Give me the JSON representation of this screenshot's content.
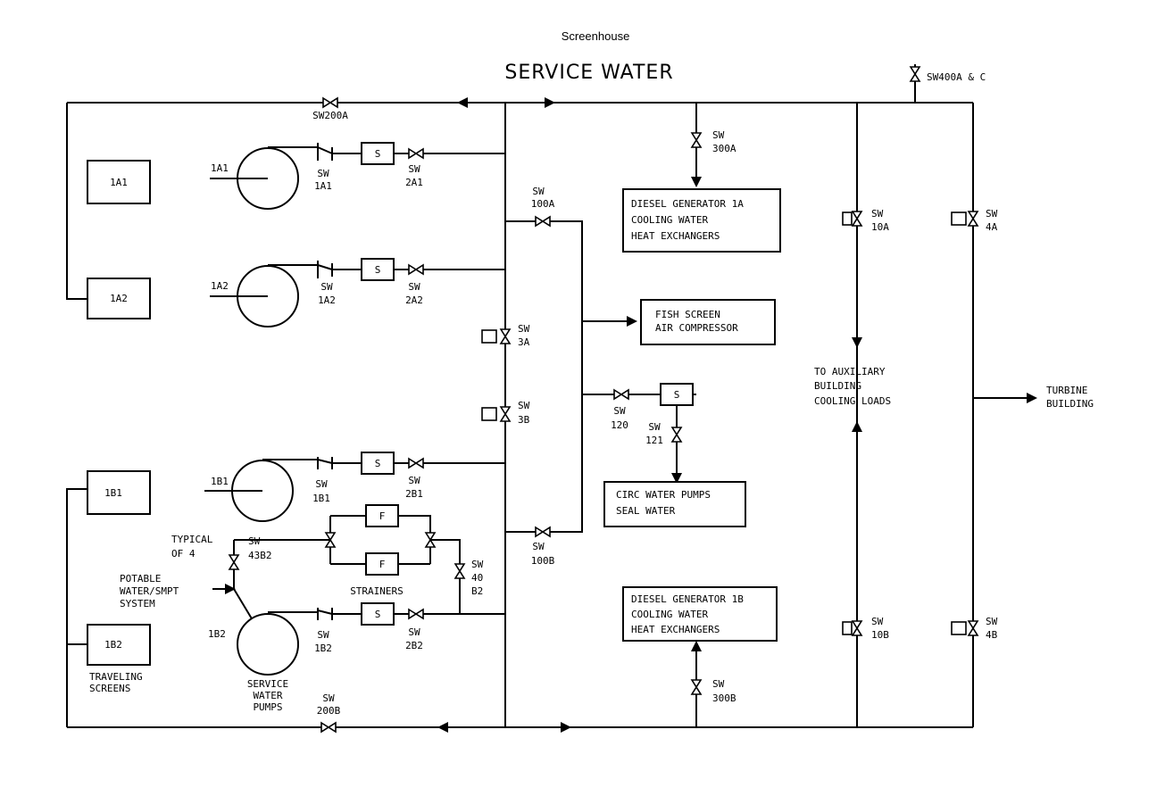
{
  "header": {
    "top_label": "Screenhouse",
    "title": "SERVICE WATER"
  },
  "labels": {
    "sw400": "SW400A & C",
    "sw200a": "SW200A",
    "sw200b": [
      "SW",
      "200B"
    ],
    "sw1a1": [
      "SW",
      "1A1"
    ],
    "sw2a1": [
      "SW",
      "2A1"
    ],
    "sw1a2": [
      "SW",
      "1A2"
    ],
    "sw2a2": [
      "SW",
      "2A2"
    ],
    "sw1b1": [
      "SW",
      "1B1"
    ],
    "sw2b1": [
      "SW",
      "2B1"
    ],
    "sw1b2": [
      "SW",
      "1B2"
    ],
    "sw2b2": [
      "SW",
      "2B2"
    ],
    "sw100a": [
      "SW",
      "100A"
    ],
    "sw100b": [
      "SW",
      "100B"
    ],
    "sw3a": [
      "SW",
      "3A"
    ],
    "sw3b": [
      "SW",
      "3B"
    ],
    "sw120": [
      "SW",
      "120"
    ],
    "sw121": [
      "SW",
      "121"
    ],
    "sw300a": [
      "SW",
      "300A"
    ],
    "sw300b": [
      "SW",
      "300B"
    ],
    "sw10a": [
      "SW",
      "10A"
    ],
    "sw10b": [
      "SW",
      "10B"
    ],
    "sw4a": [
      "SW",
      "4A"
    ],
    "sw4b": [
      "SW",
      "4B"
    ],
    "sw43b2": [
      "SW",
      "43B2"
    ],
    "sw40b2": [
      "SW",
      "40",
      "B2"
    ],
    "pump_1a1": "1A1",
    "pump_1a2": "1A2",
    "pump_1b1": "1B1",
    "pump_1b2": "1B2",
    "strainer": "S",
    "filter": "F",
    "typical": [
      "TYPICAL",
      "OF 4"
    ],
    "potable": [
      "POTABLE",
      "WATER/SMPT",
      "SYSTEM"
    ],
    "strainers": "STRAINERS",
    "service_pumps": [
      "SERVICE",
      "WATER",
      "PUMPS"
    ],
    "traveling": [
      "TRAVELING",
      "SCREENS"
    ],
    "aux": [
      "TO AUXILIARY",
      "BUILDING",
      "COOLING LOADS"
    ],
    "turbine": [
      "TURBINE",
      "BUILDING"
    ]
  },
  "boxes": {
    "ts1a1": "1A1",
    "ts1a2": "1A2",
    "ts1b1": "1B1",
    "ts1b2": "1B2",
    "dg1a": [
      "DIESEL GENERATOR 1A",
      "COOLING WATER",
      "HEAT EXCHANGERS"
    ],
    "fish": [
      "FISH SCREEN",
      "AIR COMPRESSOR"
    ],
    "circ": [
      "CIRC WATER PUMPS",
      "SEAL WATER"
    ],
    "dg1b": [
      "DIESEL GENERATOR 1B",
      "COOLING WATER",
      "HEAT EXCHANGERS"
    ]
  }
}
